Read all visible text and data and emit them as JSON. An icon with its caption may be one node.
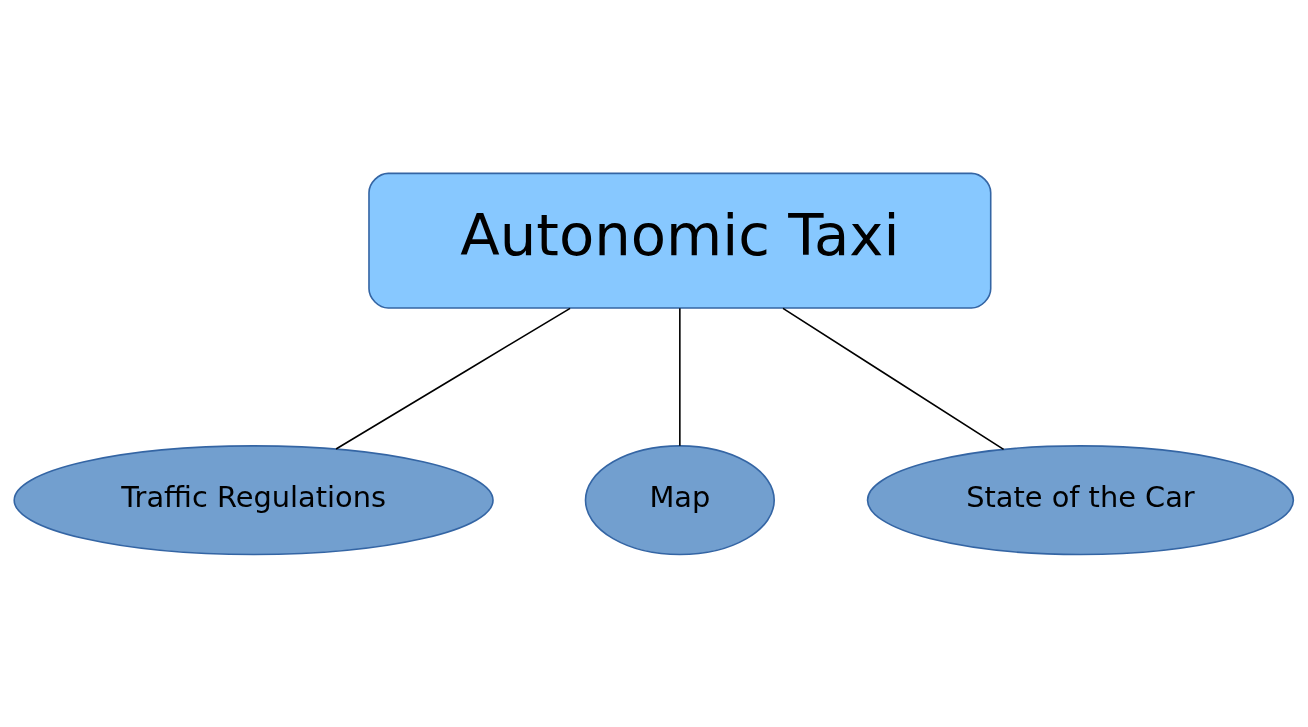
{
  "diagram": {
    "nodes": [
      {
        "text": [
          "Autonomic Taxi"
        ]
      },
      {
        "text": [
          "Traffic Regulations"
        ]
      },
      {
        "text": [
          "Map"
        ]
      },
      {
        "text": [
          "State of the Car"
        ]
      }
    ],
    "edges": [
      {
        "from": 0,
        "to": 1,
        "arrow": "none"
      },
      {
        "from": 0,
        "to": 2,
        "arrow": "none"
      },
      {
        "from": 0,
        "to": 3,
        "arrow": "none"
      }
    ]
  }
}
